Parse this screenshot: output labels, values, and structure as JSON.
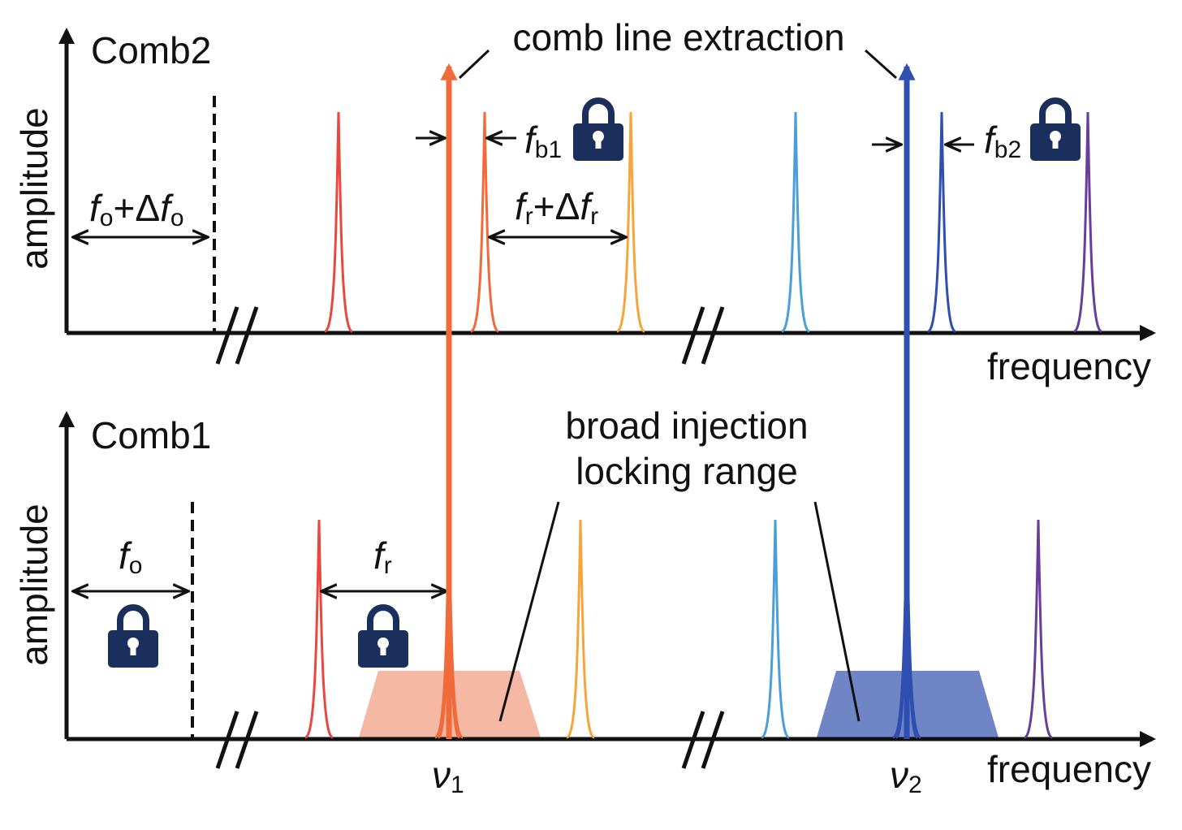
{
  "top_panel": {
    "comb_label": "Comb2",
    "y_axis_label": "amplitude",
    "x_axis_label": "frequency",
    "offset_label": {
      "f": "f",
      "sub": "o",
      "plus": "+Δ",
      "f2": "f",
      "sub2": "o"
    },
    "rep_label": {
      "f": "f",
      "sub": "r",
      "plus": "+Δ",
      "f2": "f",
      "sub2": "r"
    },
    "beat1": {
      "f": "f",
      "sub": "b1"
    },
    "beat2": {
      "f": "f",
      "sub": "b2"
    },
    "extraction_label": "comb line extraction"
  },
  "bottom_panel": {
    "comb_label": "Comb1",
    "y_axis_label": "amplitude",
    "x_axis_label": "frequency",
    "offset_label": {
      "f": "f",
      "sub": "o"
    },
    "rep_label": {
      "f": "f",
      "sub": "r"
    },
    "locking_label_line1": "broad injection",
    "locking_label_line2": "locking range",
    "nu1": {
      "nu": "ν",
      "sub": "1"
    },
    "nu2": {
      "nu": "ν",
      "sub": "2"
    }
  },
  "colors": {
    "red": "#e8483f",
    "orange_red": "#f06a3a",
    "orange": "#f5a53c",
    "light_blue": "#4a9fd8",
    "blue": "#2f4fb0",
    "purple": "#6a3d9a",
    "lock": "#1b2f5c",
    "red_band": "#f4b8a4",
    "blue_band": "#6f85c6"
  }
}
